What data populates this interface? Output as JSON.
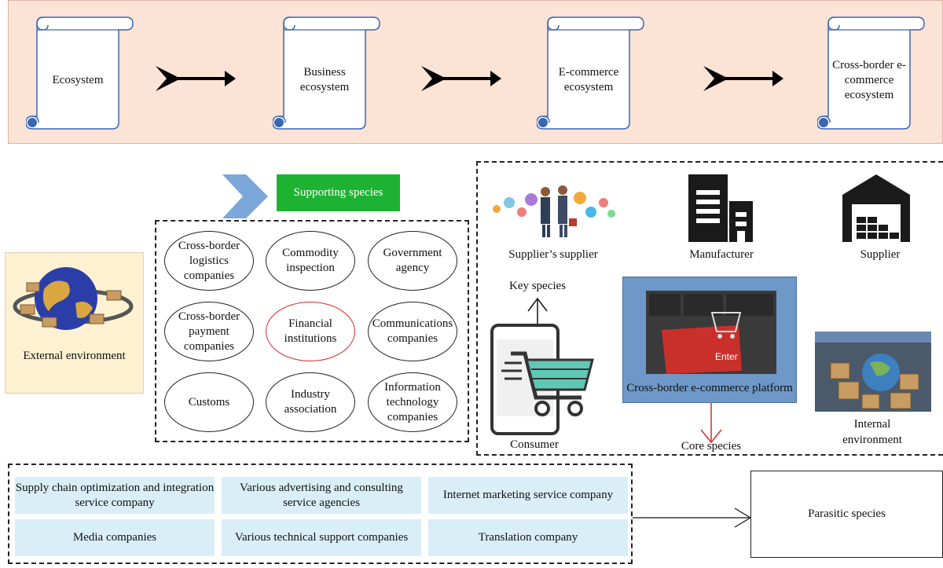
{
  "stages": [
    {
      "label": "Ecosystem"
    },
    {
      "label": "Business ecosystem"
    },
    {
      "label": "E-commerce ecosystem"
    },
    {
      "label": "Cross-border e-commerce ecosystem"
    }
  ],
  "supporting": {
    "badge": "Supporting species",
    "items": [
      {
        "label": "Cross-border logistics companies"
      },
      {
        "label": "Commodity inspection"
      },
      {
        "label": "Government agency"
      },
      {
        "label": "Cross-border payment companies"
      },
      {
        "label": "Financial institutions"
      },
      {
        "label": "Communications companies"
      },
      {
        "label": "Customs"
      },
      {
        "label": "Industry association"
      },
      {
        "label": "Information technology companies"
      }
    ]
  },
  "external_environment": {
    "label": "External environment"
  },
  "key_species": {
    "label": "Key species",
    "suppliers_supplier": "Supplier’s supplier",
    "manufacturer": "Manufacturer",
    "supplier": "Supplier",
    "consumer": "Consumer"
  },
  "core": {
    "platform": "Cross-border e-commerce platform",
    "label": "Core species",
    "internal_environment": "Internal environment"
  },
  "parasitic": {
    "items": [
      {
        "label": "Supply chain optimization and integration service company"
      },
      {
        "label": "Various advertising and consulting service agencies"
      },
      {
        "label": "Internet marketing service company"
      },
      {
        "label": "Media companies"
      },
      {
        "label": "Various technical support companies"
      },
      {
        "label": "Translation company"
      }
    ],
    "label": "Parasitic species"
  },
  "colors": {
    "band": "#fbe3d6",
    "supporting_green": "#1eb232",
    "chevron_blue": "#7ba7d9",
    "platform_blue": "#6e98c8",
    "parasite_cell": "#daeef8",
    "core_arrow_red": "#d42a2a",
    "external_bg": "#fdf1d2"
  }
}
